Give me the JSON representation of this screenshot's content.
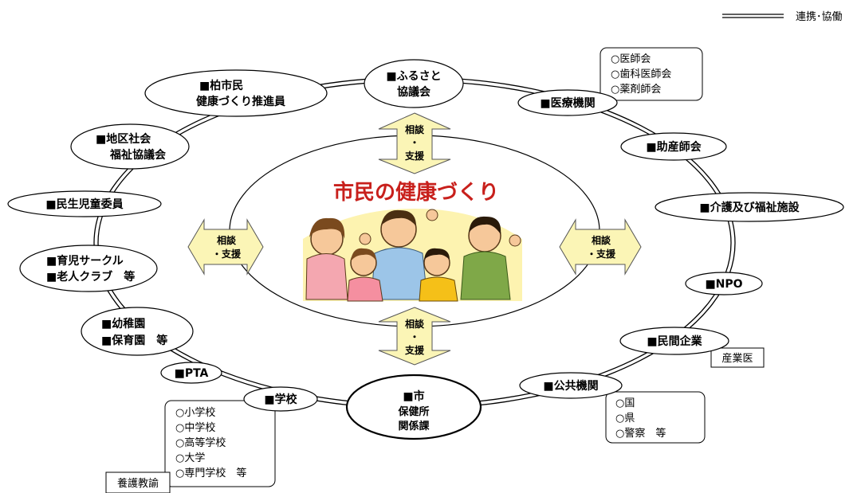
{
  "legend": {
    "label": "連携･協働"
  },
  "center": {
    "title": "市民の健康づくり"
  },
  "arrows": {
    "top": [
      "相談",
      "・",
      "支援"
    ],
    "bottom": [
      "相談",
      "・",
      "支援"
    ],
    "left": [
      "相談",
      "・支援"
    ],
    "right": [
      "相談",
      "・支援"
    ]
  },
  "nodes": {
    "kashiwa_citizens": [
      "■柏市民",
      "健康づくり推進員"
    ],
    "furusato": [
      "■ふるさと",
      "協議会"
    ],
    "medical": [
      "■医療機関"
    ],
    "midwife": [
      "■助産師会"
    ],
    "care": [
      "■介護及び福祉施設"
    ],
    "npo": [
      "■NPO"
    ],
    "company": [
      "■民間企業"
    ],
    "public": [
      "■公共機関"
    ],
    "city": [
      "■市",
      "保健所",
      "関係課"
    ],
    "school": [
      "■学校"
    ],
    "pta": [
      "■PTA"
    ],
    "kindergarten": [
      "■幼稚園",
      "■保育園　等"
    ],
    "circle": [
      "■育児サークル",
      "■老人クラブ　等"
    ],
    "minsei": [
      "■民生児童委員"
    ],
    "welfare_council": [
      "■地区社会",
      "福祉協議会"
    ]
  },
  "boxes": {
    "medical_assoc": [
      "○医師会",
      "○歯科医師会",
      "○薬剤師会"
    ],
    "public_list": [
      "○国",
      "○県",
      "○警察　等"
    ],
    "school_list": [
      "○小学校",
      "○中学校",
      "○高等学校",
      "○大学",
      "○専門学校　等"
    ],
    "industrial_doctor": "産業医",
    "school_nurse": "養護教諭"
  }
}
